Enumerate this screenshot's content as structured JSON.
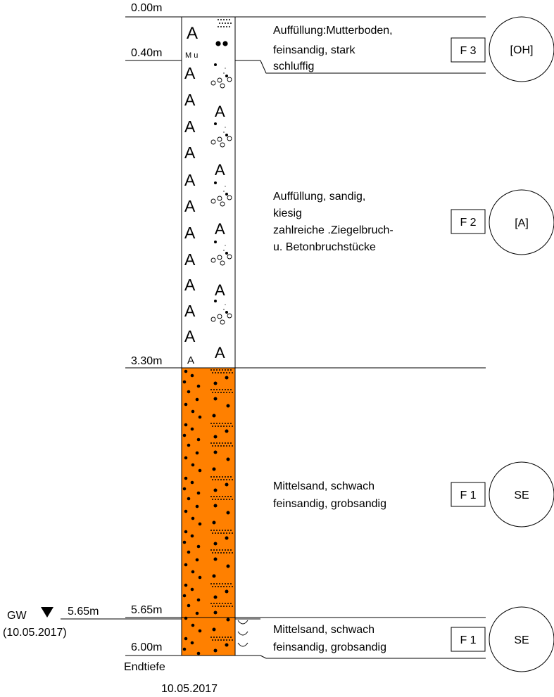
{
  "depths": {
    "top": "0.00m",
    "d1": "0.40m",
    "d2": "3.30m",
    "d3": "5.65m",
    "end": "6.00m"
  },
  "groundwater": {
    "label": "GW",
    "depth": "5.65m",
    "date": "(10.05.2017)"
  },
  "end_label": "Endtiefe",
  "date": "10.05.2017",
  "column_markers": {
    "fill_symbol": "A",
    "topsoil_symbol": "M u"
  },
  "layers": [
    {
      "from_m": 0.0,
      "to_m": 0.4,
      "description": [
        "Auffüllung:Mutterboden,",
        "feinsandig, stark",
        "schluffig"
      ],
      "frost_class": "F 3",
      "soil_group": "[OH]",
      "fill": "#ffffff"
    },
    {
      "from_m": 0.4,
      "to_m": 3.3,
      "description": [
        "Auffüllung, sandig,",
        "kiesig",
        "zahlreiche .Ziegelbruch-",
        "u. Betonbruchstücke"
      ],
      "frost_class": "F 2",
      "soil_group": "[A]",
      "fill": "#ffffff"
    },
    {
      "from_m": 3.3,
      "to_m": 5.65,
      "description": [
        "Mittelsand, schwach",
        "feinsandig, grobsandig"
      ],
      "frost_class": "F 1",
      "soil_group": "SE",
      "fill": "#ff8000"
    },
    {
      "from_m": 5.65,
      "to_m": 6.0,
      "description": [
        "Mittelsand, schwach",
        "feinsandig, grobsandig"
      ],
      "frost_class": "F 1",
      "soil_group": "SE",
      "fill": "#ff8000"
    }
  ]
}
